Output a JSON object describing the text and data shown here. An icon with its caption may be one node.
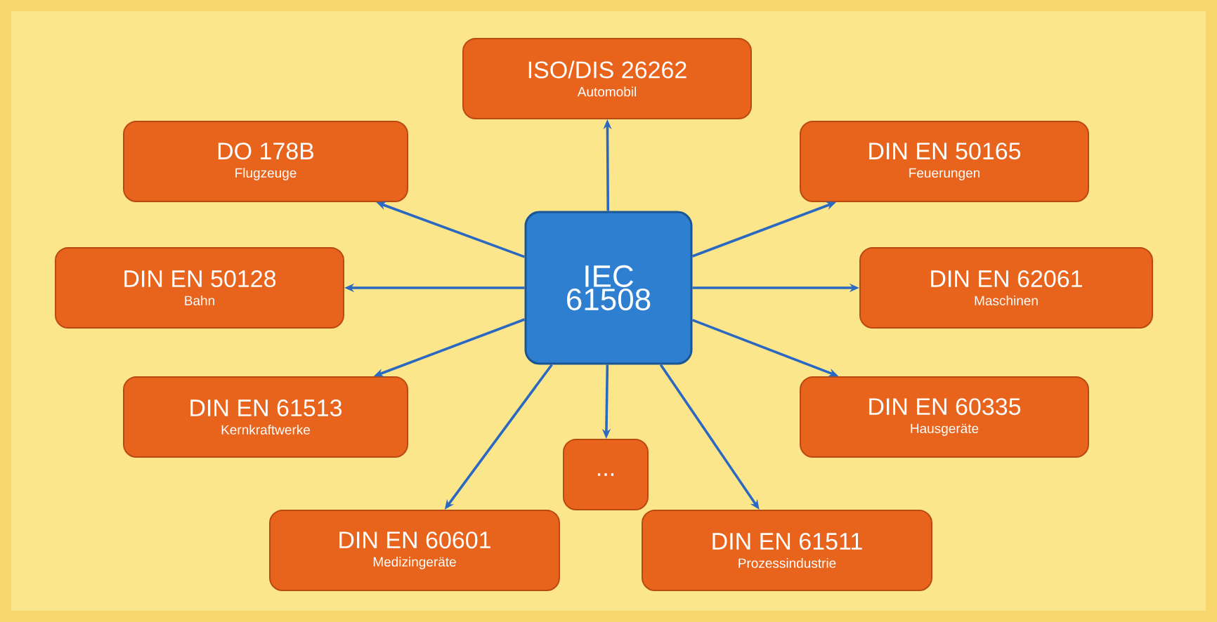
{
  "diagram": {
    "nodes": [
      {
        "text": [
          "ISO/DIS 26262",
          "Automobil"
        ]
      },
      {
        "text": [
          "DO 178B",
          "Flugzeuge"
        ]
      },
      {
        "text": [
          "DIN EN 50165",
          "Feuerungen"
        ]
      },
      {
        "text": [
          "IEC 61508"
        ]
      },
      {
        "text": [
          "DIN EN 50128",
          "Bahn"
        ]
      },
      {
        "text": [
          "DIN EN 62061",
          "Maschinen"
        ]
      },
      {
        "text": [
          "DIN EN 61513",
          "Kernkraftwerke"
        ]
      },
      {
        "text": [
          "DIN EN 60335",
          "Hausgeräte"
        ]
      },
      {
        "text": [
          "..."
        ]
      },
      {
        "text": [
          "DIN EN 60601",
          "Medizingeräte"
        ]
      },
      {
        "text": [
          "DIN EN 61511",
          "Prozessindustrie"
        ]
      }
    ],
    "edges": [
      {
        "from": 3,
        "to": 0,
        "arrow": "to"
      },
      {
        "from": 3,
        "to": 1,
        "arrow": "to"
      },
      {
        "from": 3,
        "to": 2,
        "arrow": "to"
      },
      {
        "from": 3,
        "to": 4,
        "arrow": "to"
      },
      {
        "from": 3,
        "to": 5,
        "arrow": "to"
      },
      {
        "from": 3,
        "to": 6,
        "arrow": "to"
      },
      {
        "from": 3,
        "to": 7,
        "arrow": "to"
      },
      {
        "from": 3,
        "to": 8,
        "arrow": "to"
      },
      {
        "from": 3,
        "to": 9,
        "arrow": "to"
      },
      {
        "from": 3,
        "to": 10,
        "arrow": "to"
      }
    ]
  }
}
